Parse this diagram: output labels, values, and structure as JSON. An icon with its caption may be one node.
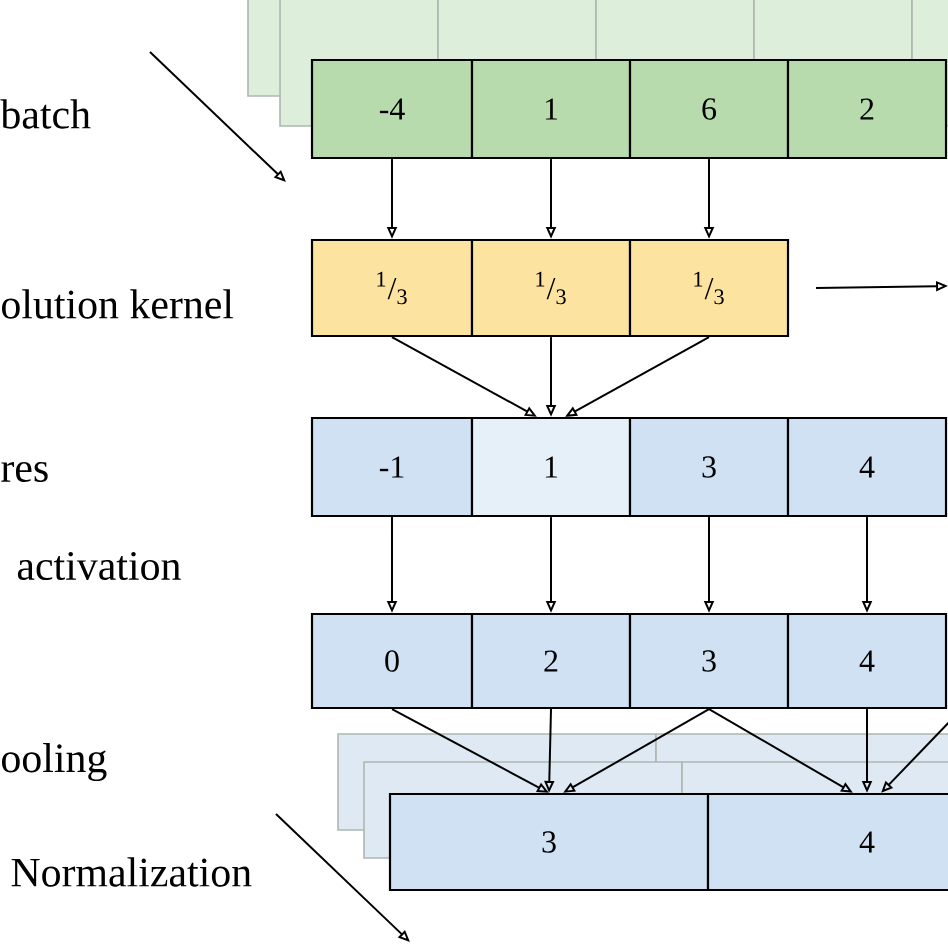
{
  "diagram": {
    "nodes": [
      {
        "text": [
          "-4"
        ]
      },
      {
        "text": [
          "1"
        ]
      },
      {
        "text": [
          "6"
        ]
      },
      {
        "text": [
          "2"
        ]
      },
      {
        "text": [
          "$^{1}$/$_{3}$"
        ]
      },
      {
        "text": [
          "$^{1}$/$_{3}$"
        ]
      },
      {
        "text": [
          "$^{1}$/$_{3}$"
        ]
      },
      {
        "text": [
          "-1"
        ]
      },
      {
        "text": [
          "1"
        ]
      },
      {
        "text": [
          "3"
        ]
      },
      {
        "text": [
          "4"
        ]
      },
      {
        "text": [
          "0"
        ]
      },
      {
        "text": [
          "2"
        ]
      },
      {
        "text": [
          "3"
        ]
      },
      {
        "text": [
          "4"
        ]
      },
      {
        "text": [
          "3"
        ]
      },
      {
        "text": [
          "4"
        ]
      }
    ],
    "edges": [
      {
        "from": 0,
        "to": 4,
        "arrow": "to"
      },
      {
        "from": 1,
        "to": 5,
        "arrow": "to"
      },
      {
        "from": 2,
        "to": 6,
        "arrow": "to"
      },
      {
        "from": 4,
        "to": 8,
        "arrow": "to"
      },
      {
        "from": 5,
        "to": 8,
        "arrow": "to"
      },
      {
        "from": 6,
        "to": 8,
        "arrow": "to"
      },
      {
        "from": 7,
        "to": 11,
        "arrow": "to"
      },
      {
        "from": 8,
        "to": 12,
        "arrow": "to"
      },
      {
        "from": 9,
        "to": 13,
        "arrow": "to"
      },
      {
        "from": 10,
        "to": 14,
        "arrow": "to"
      },
      {
        "from": 11,
        "to": 15,
        "arrow": "to"
      },
      {
        "from": 12,
        "to": 15,
        "arrow": "to"
      },
      {
        "from": 13,
        "to": 15,
        "arrow": "to"
      },
      {
        "from": 13,
        "to": 16,
        "arrow": "to"
      },
      {
        "from": 14,
        "to": 16,
        "arrow": "to"
      },
      {
        "from": null,
        "to": 16,
        "arrow": "to"
      }
    ],
    "labels": [
      "batch",
      "olution kernel",
      "res",
      "activation",
      "ooling",
      "Normalization"
    ]
  }
}
